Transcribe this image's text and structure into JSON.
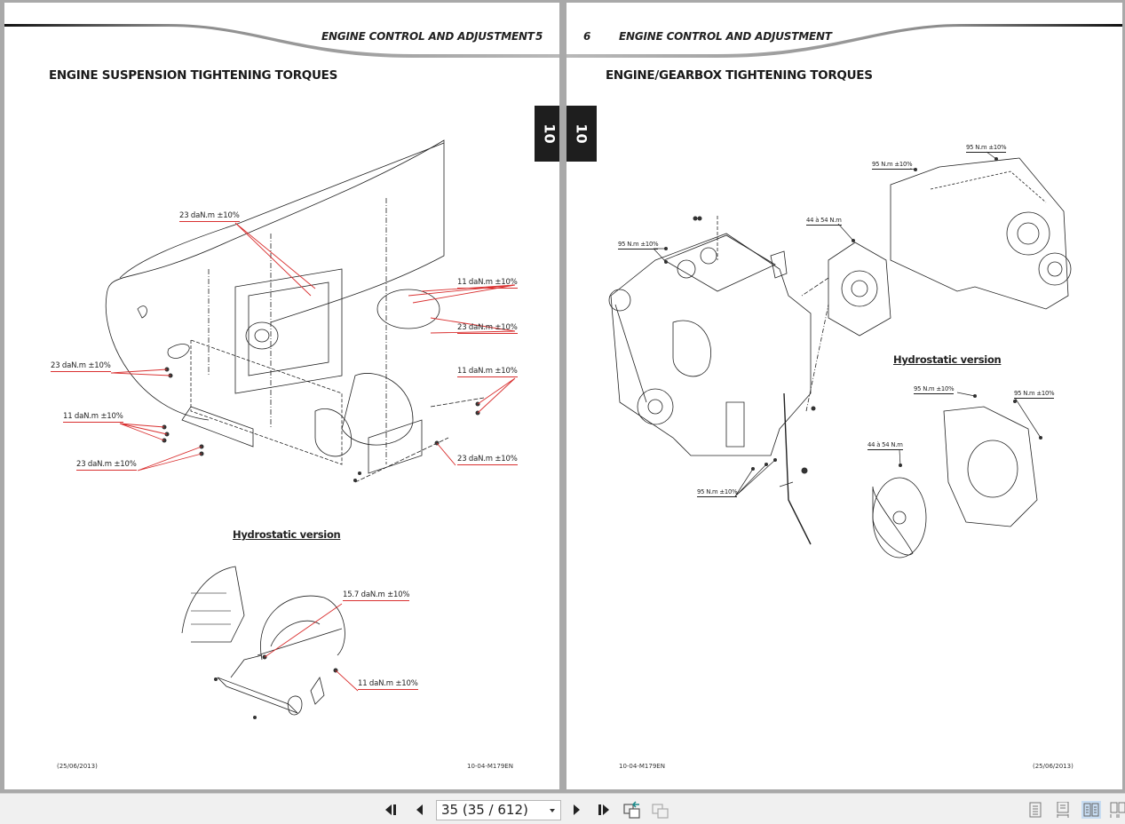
{
  "left_page": {
    "running_header": "ENGINE CONTROL AND ADJUSTMENT",
    "page_number": "5",
    "title": "ENGINE SUSPENSION TIGHTENING TORQUES",
    "section_tab": "10",
    "subsection_title": "Hydrostatic version",
    "callouts": [
      "23 daN.m ±10%",
      "11 daN.m ±10%",
      "23 daN.m ±10%",
      "23 daN.m ±10%",
      "11 daN.m ±10%",
      "11 daN.m ±10%",
      "23 daN.m ±10%",
      "23 daN.m ±10%"
    ],
    "hydro_callouts": [
      "15.7 daN.m ±10%",
      "11 daN.m ±10%"
    ],
    "footer_date": "(25/06/2013)",
    "footer_ref": "10-04-M179EN"
  },
  "right_page": {
    "running_header": "ENGINE CONTROL AND ADJUSTMENT",
    "page_number": "6",
    "title": "ENGINE/GEARBOX TIGHTENING TORQUES",
    "section_tab": "10",
    "subsection_title": "Hydrostatic version",
    "callouts": [
      "95 N.m ±10%",
      "95 N.m ±10%",
      "95 N.m ±10%",
      "44 à 54 N.m",
      "95 N.m ±10%"
    ],
    "hydro_callouts": [
      "95 N.m ±10%",
      "95 N.m ±10%",
      "44 à 54 N.m"
    ],
    "footer_ref": "10-04-M179EN",
    "footer_date": "(25/06/2013)"
  },
  "toolbar": {
    "page_selector_value": "35 (35 / 612)",
    "buttons": {
      "first_page": "first-page",
      "previous_page": "previous-page",
      "next_page": "next-page",
      "last_page": "last-page",
      "previous_view": "previous-view",
      "next_view": "next-view"
    },
    "view_modes": [
      "single-page",
      "continuous",
      "facing",
      "continuous-facing"
    ],
    "active_view_mode": "facing"
  },
  "colors": {
    "callout_red": "#d93030",
    "tab_bg": "#1e1e1e",
    "viewer_bg": "#a9a9a9",
    "active_view": "#c7dcf2"
  }
}
